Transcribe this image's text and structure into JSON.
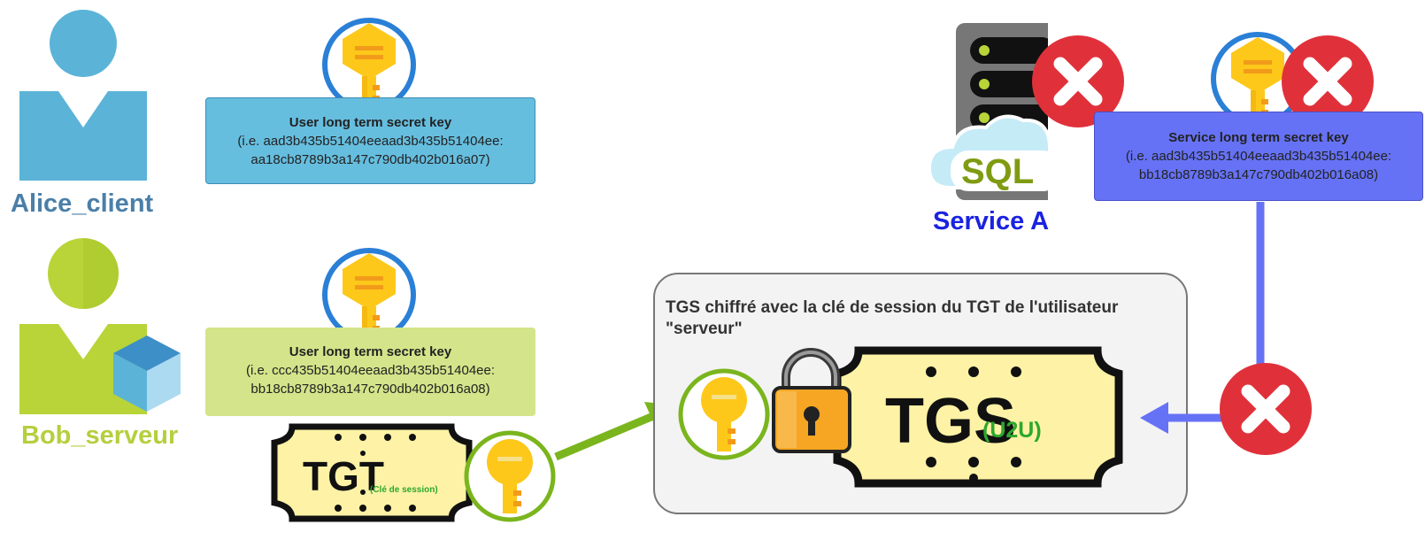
{
  "alice": {
    "name": "Alice_client",
    "key_title": "User long term secret key",
    "key_line1": "(i.e. aad3b435b51404eeaad3b435b51404ee:",
    "key_line2": "aa18cb8789b3a147c790db402b016a07)"
  },
  "bob": {
    "name": "Bob_serveur",
    "key_title": "User long term secret key",
    "key_line1": "(i.e. ccc435b51404eeaad3b435b51404ee:",
    "key_line2": "bb18cb8789b3a147c790db402b016a08)"
  },
  "tgt": {
    "label": "TGT",
    "sublabel": "(Clé de session)"
  },
  "service": {
    "name": "Service A",
    "sql_label": "SQL",
    "key_title": "Service long term secret key",
    "key_line1": "(i.e. aad3b435b51404eeaad3b435b51404ee:",
    "key_line2": "bb18cb8789b3a147c790db402b016a08)"
  },
  "tgs_group": {
    "title": "TGS chiffré avec la clé de session du TGT de l'utilisateur \"serveur\"",
    "ticket_label": "TGS",
    "ticket_sublabel": "(U2U)"
  },
  "colors": {
    "alice": "#5bb3d8",
    "alice_text": "#4a7fa8",
    "bob": "#b8d438",
    "bob_text": "#b5cf3d",
    "service_blue": "#6672f5",
    "service_text": "#1a23e0",
    "error_red": "#e0313b",
    "key_gold": "#fdc81a",
    "ticket_bg": "#fdf2a5"
  }
}
